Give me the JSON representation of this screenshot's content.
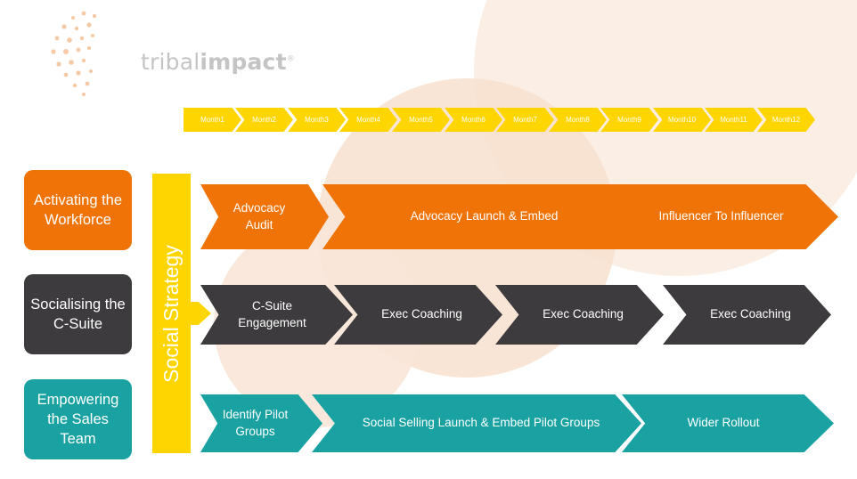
{
  "colors": {
    "orange": "#ef7306",
    "dark": "#3d3b3d",
    "teal": "#1aa2a3",
    "yellow": "#ffd500"
  },
  "logo": {
    "light": "tribal",
    "bold": "impact",
    "mark": "®"
  },
  "months": [
    "Month1",
    "Month2",
    "Month3",
    "Month4",
    "Month5",
    "Month6",
    "Month7",
    "Month8",
    "Month9",
    "Month10",
    "Month11",
    "Month12"
  ],
  "strategy_label": "Social Strategy",
  "rows": [
    {
      "label": "Activating the Workforce",
      "stages": [
        "Advocacy Audit",
        "Advocacy Launch & Embed",
        "Influencer To Influencer"
      ]
    },
    {
      "label": "Socialising the C-Suite",
      "stages": [
        "C-Suite Engagement",
        "Exec Coaching",
        "Exec Coaching",
        "Exec Coaching"
      ]
    },
    {
      "label": "Empowering the Sales Team",
      "stages": [
        "Identify Pilot Groups",
        "Social Selling Launch & Embed Pilot Groups",
        "Wider Rollout"
      ]
    }
  ]
}
